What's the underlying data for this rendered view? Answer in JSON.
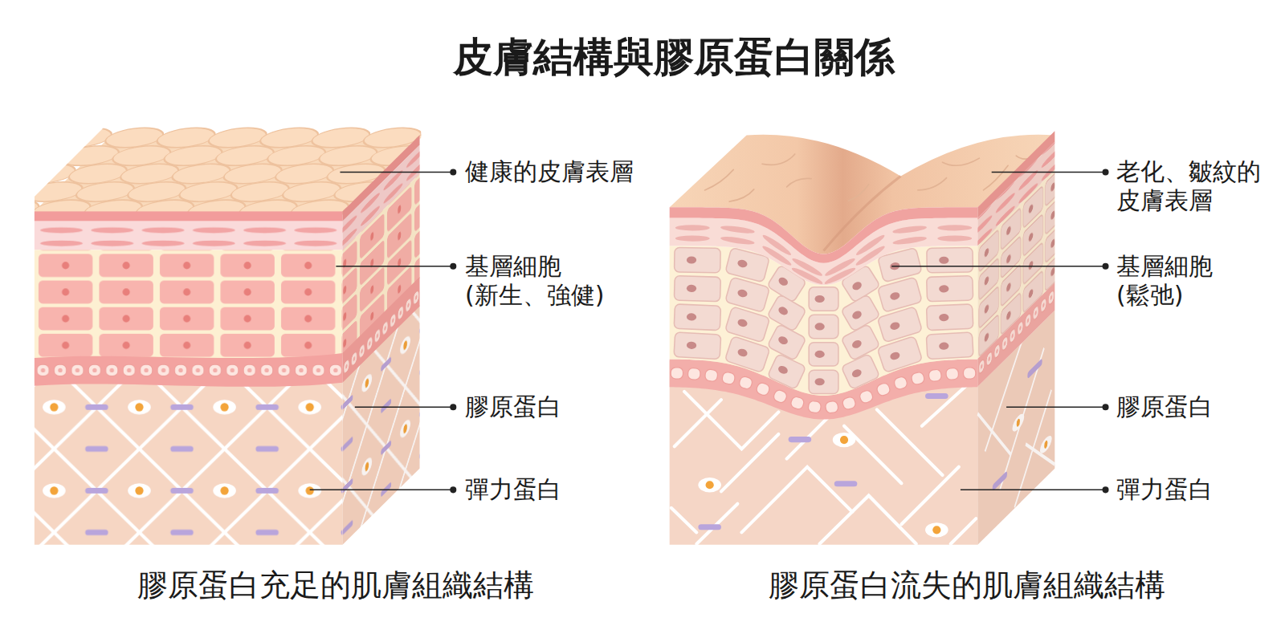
{
  "diagram": {
    "title": "皮膚結構與膠原蛋白關係",
    "labels": [
      "健康的皮膚表層",
      "基層細胞 (新生、強健)",
      "膠原蛋白",
      "彈力蛋白",
      "老化、皺紋的 皮膚表層",
      "基層細胞 (鬆弛)",
      "膠原蛋白",
      "彈力蛋白",
      "膠原蛋白充足的肌膚組織結構",
      "膠原蛋白流失的肌膚組織結構"
    ]
  }
}
